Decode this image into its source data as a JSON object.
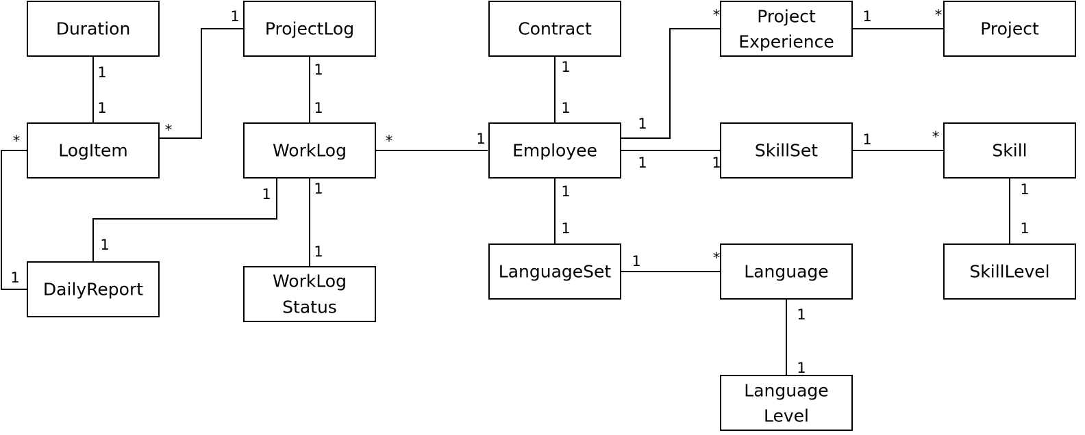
{
  "colors": {
    "line": "#000000",
    "box_fill": "#ffffff",
    "background": "#ffffff"
  },
  "entities": {
    "duration": "Duration",
    "projectlog": "ProjectLog",
    "contract": "Contract",
    "project_experience_1": "Project",
    "project_experience_2": "Experience",
    "project": "Project",
    "logitem": "LogItem",
    "worklog": "WorkLog",
    "employee": "Employee",
    "skillset": "SkillSet",
    "skill": "Skill",
    "dailyreport": "DailyReport",
    "worklog_status_1": "WorkLog",
    "worklog_status_2": "Status",
    "languageset": "LanguageSet",
    "language": "Language",
    "skilllevel": "SkillLevel",
    "language_level_1": "Language",
    "language_level_2": "Level"
  },
  "multiplicities": {
    "duration_logitem_a": "1",
    "duration_logitem_b": "1",
    "projectlog_logitem_a": "1",
    "projectlog_logitem_b": "*",
    "projectlog_worklog_a": "1",
    "projectlog_worklog_b": "1",
    "logitem_dailyreport_a": "*",
    "logitem_dailyreport_b": "1",
    "worklog_dailyreport_a": "1",
    "worklog_dailyreport_b": "1",
    "worklog_status_a": "1",
    "worklog_status_b": "1",
    "worklog_employee_a": "*",
    "worklog_employee_b": "1",
    "contract_employee_a": "1",
    "contract_employee_b": "1",
    "employee_projexp_a": "1",
    "employee_projexp_b": "*",
    "projexp_project_a": "1",
    "projexp_project_b": "*",
    "employee_skillset_a": "1",
    "employee_skillset_b": "1",
    "skillset_skill_a": "1",
    "skillset_skill_b": "*",
    "employee_languageset_a": "1",
    "employee_languageset_b": "1",
    "languageset_language_a": "1",
    "languageset_language_b": "*",
    "skill_skilllevel_a": "1",
    "skill_skilllevel_b": "1",
    "language_languagelevel_a": "1",
    "language_languagelevel_b": "1"
  }
}
